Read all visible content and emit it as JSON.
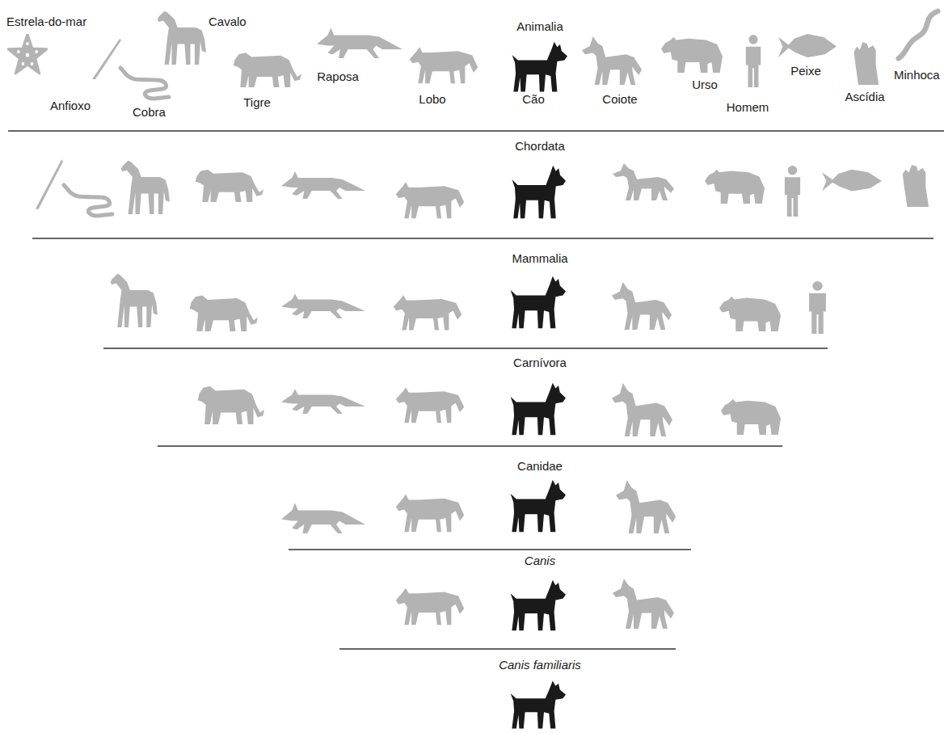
{
  "diagram": {
    "labels": [
      "Estrela-do-mar",
      "Cavalo",
      "Anfioxo",
      "Cobra",
      "Tigre",
      "Raposa",
      "Lobo",
      "Animalia",
      "Cão",
      "Coiote",
      "Urso",
      "Homem",
      "Peixe",
      "Ascídia",
      "Minhoca",
      "Chordata",
      "Mammalia",
      "Carnívora",
      "Canidae",
      "Canis",
      "Canis familiaris"
    ]
  }
}
